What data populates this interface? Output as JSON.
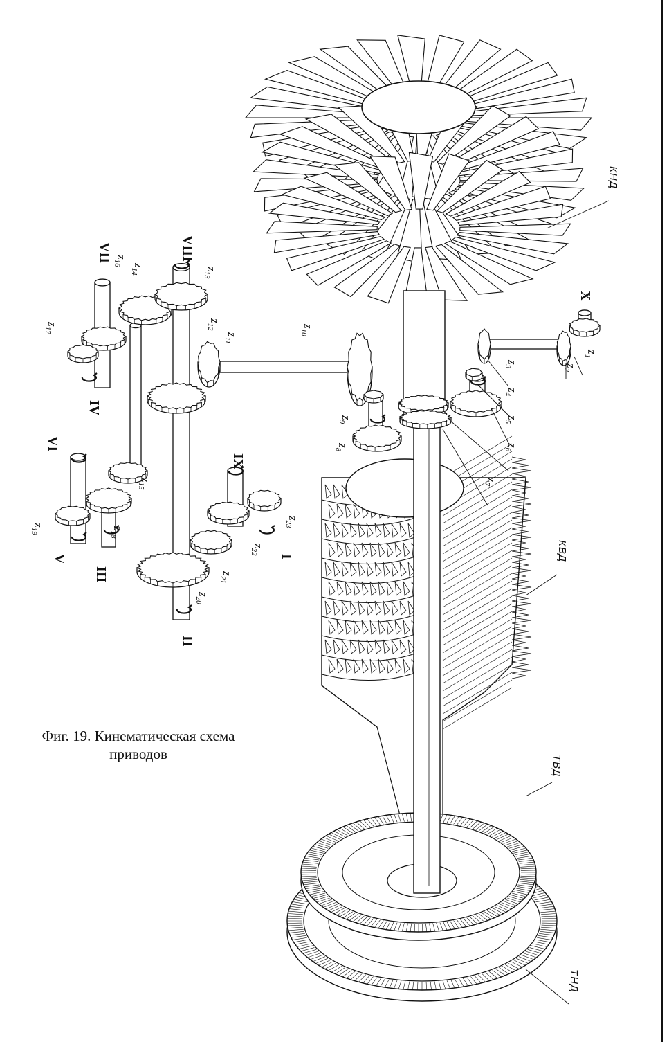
{
  "caption": {
    "line1": "Фиг. 19. Кинематическая схема",
    "line2": "приводов"
  },
  "engine_labels": {
    "knd": "КНД",
    "kvd": "КВД",
    "tvd": "ТВД",
    "tnd": "ТНД"
  },
  "gear_labels": {
    "z1": "z1",
    "z2": "z2",
    "z3": "z3",
    "z4": "z4",
    "z5": "z5",
    "z6": "z6",
    "z7": "z7",
    "z8": "z8",
    "z9": "z9",
    "z10": "z10",
    "z11": "z11",
    "z12": "z12",
    "z13": "z13",
    "z14": "z14",
    "z15": "z15",
    "z16": "z16",
    "z17": "z17",
    "z18": "z18",
    "z19": "z19",
    "z20": "z20",
    "z21": "z21",
    "z22": "z22",
    "z23": "z23"
  },
  "shaft_labels": {
    "I": "I",
    "II": "II",
    "III": "III",
    "IV": "IV",
    "V": "V",
    "VI": "VI",
    "VII": "VII",
    "VIII": "VIII",
    "IX": "IX",
    "X": "X"
  },
  "colors": {
    "ink": "#111111",
    "paper": "#ffffff"
  }
}
